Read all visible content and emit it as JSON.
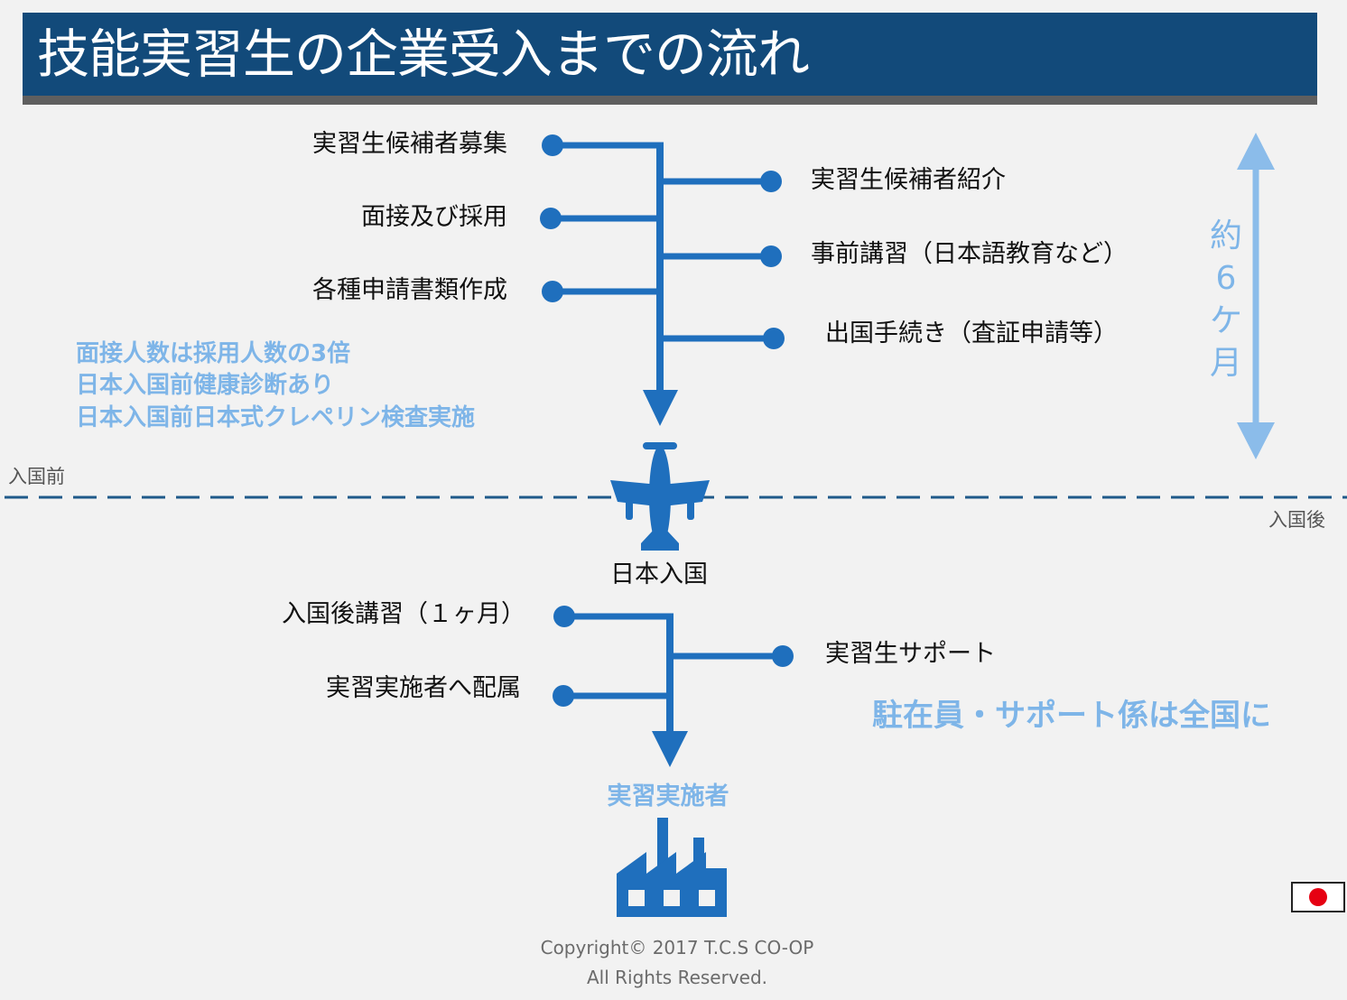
{
  "title": "技能実習生の企業受入までの流れ",
  "colors": {
    "header_bg": "#124a7a",
    "flow_blue": "#1f6fbd",
    "light_blue": "#7eb5e8",
    "background": "#f2f2f2"
  },
  "before_entry": {
    "left_steps": [
      "実習生候補者募集",
      "面接及び採用",
      "各種申請書類作成"
    ],
    "right_steps": [
      "実習生候補者紹介",
      "事前講習（日本語教育など）",
      "出国手続き（査証申請等）"
    ],
    "notes": [
      "面接人数は採用人数の3倍",
      "日本入国前健康診断あり",
      "日本入国前日本式クレペリン検査実施"
    ],
    "duration_chars": [
      "約",
      "6",
      "ケ",
      "月"
    ]
  },
  "divider": {
    "before_label": "入国前",
    "after_label": "入国後"
  },
  "entry_label": "日本入国",
  "after_entry": {
    "left_steps": [
      "入国後講習（１ヶ月）",
      "実習実施者へ配属"
    ],
    "right_steps": [
      "実習生サポート"
    ],
    "support_note": "駐在員・サポート係は全国に",
    "destination": "実習実施者"
  },
  "icons": {
    "entry": "airplane-icon",
    "destination": "factory-icon",
    "flag": "japan-flag-icon"
  },
  "copyright": {
    "line1": "Copyright© 2017 T.C.S CO-OP",
    "line2": "All Rights Reserved."
  }
}
